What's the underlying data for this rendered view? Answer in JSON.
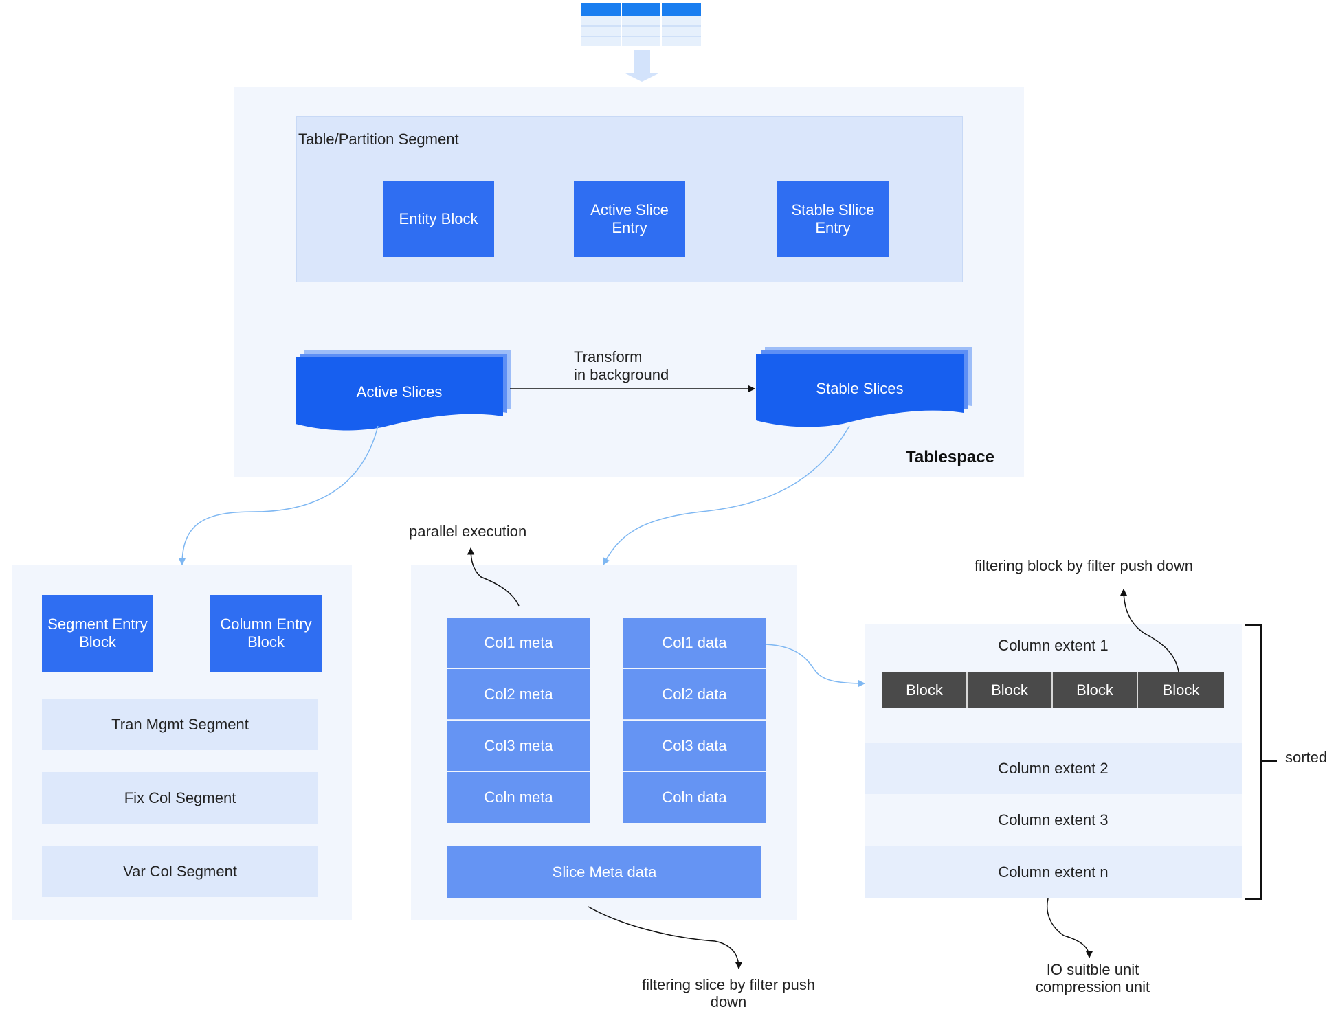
{
  "tablespace": {
    "label": "Tablespace",
    "segment_title": "Table/Partition Segment",
    "entry_blocks": [
      "Entity Block",
      "Active Slice Entry",
      "Stable Sllice Entry"
    ],
    "active_slices": "Active Slices",
    "stable_slices": "Stable Slices",
    "transform_line1": "Transform",
    "transform_line2": "in background"
  },
  "left_panel": {
    "top_blocks": [
      "Segment Entry Block",
      "Column Entry Block"
    ],
    "segments": [
      "Tran Mgmt Segment",
      "Fix Col Segment",
      "Var Col Segment"
    ]
  },
  "middle_panel": {
    "parallel_label": "parallel execution",
    "meta_cells": [
      "Col1 meta",
      "Col2 meta",
      "Col3 meta",
      "Coln meta"
    ],
    "data_cells": [
      "Col1 data",
      "Col2 data",
      "Col3 data",
      "Coln data"
    ],
    "slice_meta": "Slice Meta data",
    "filter_slice_line1": "filtering slice by filter push",
    "filter_slice_line2": "down"
  },
  "right_panel": {
    "filter_block_label": "filtering block by filter push down",
    "extents": [
      "Column extent 1",
      "Column extent 2",
      "Column extent 3",
      "Column extent n"
    ],
    "blocks": [
      "Block",
      "Block",
      "Block",
      "Block"
    ],
    "sorted_label": "sorted",
    "io_line1": "IO suitble unit",
    "io_line2": "compression unit"
  },
  "colors": {
    "primary_blue": "#2f6ef2",
    "slice_blue": "#175fef",
    "mid_blue": "#6594f3",
    "light_blue": "#dde8fb",
    "panel_bg": "#f2f6fd",
    "dark_block": "#4a4a4a",
    "connector": "#7eb7f2"
  }
}
